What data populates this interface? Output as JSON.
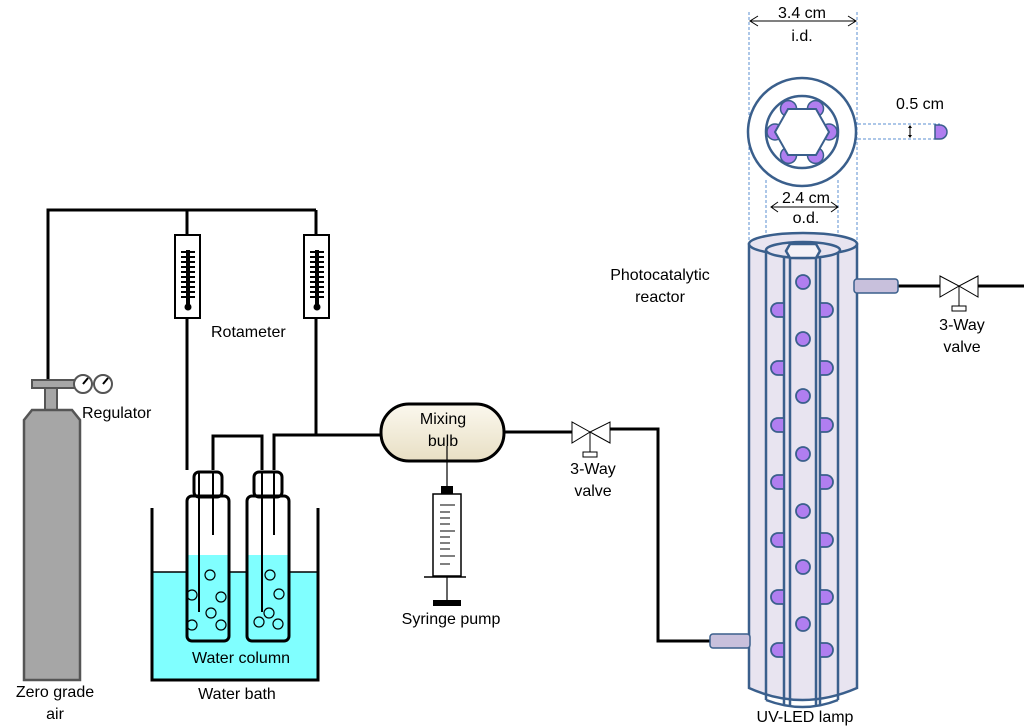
{
  "diagram": {
    "title": "Photocatalytic reactor experimental setup",
    "labels": {
      "gas_cylinder": [
        "Zero grade",
        "air"
      ],
      "regulator": "Regulator",
      "rotameter": "Rotameter",
      "water_column": "Water column",
      "water_bath": "Water bath",
      "mixing_bulb": [
        "Mixing",
        "bulb"
      ],
      "syringe_pump": "Syringe pump",
      "valve_left": [
        "3-Way",
        "valve"
      ],
      "valve_right": [
        "3-Way",
        "valve"
      ],
      "reactor": [
        "Photocatalytic",
        "reactor"
      ],
      "uv_led": "UV-LED lamp"
    },
    "dimensions": {
      "inner_diameter": "3.4 cm",
      "inner_diameter_label": "i.d.",
      "outer_diameter": "2.4 cm",
      "outer_diameter_label": "o.d.",
      "led_size": "0.5 cm"
    },
    "colors": {
      "water": "#80ffff",
      "cylinder": "#a6a6a6",
      "mixing_bulb": "#f2ecd9",
      "reactor_fill": "#e8e4f0",
      "reactor_stroke": "#3a5f8c",
      "led": "#b07ef0",
      "port": "#c8c0dc"
    }
  }
}
